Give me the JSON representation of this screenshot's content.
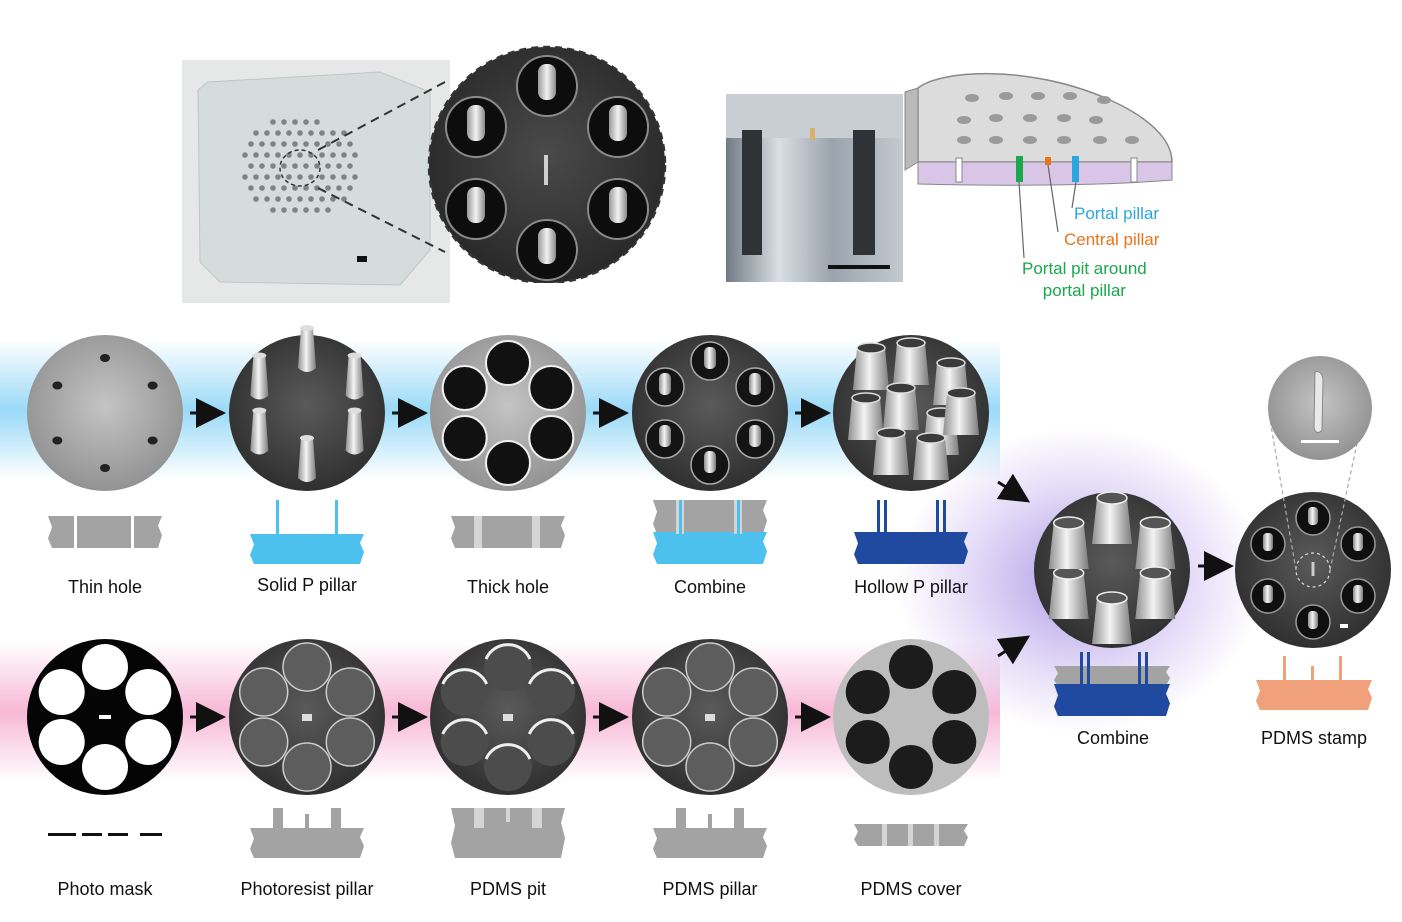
{
  "top_annotations": {
    "portal_pillar": "Portal pillar",
    "central_pillar": "Central pillar",
    "portal_pit": "Portal pit around\nportal pillar"
  },
  "steps_top": [
    {
      "label": "Thin hole"
    },
    {
      "label": "Solid P pillar"
    },
    {
      "label": "Thick hole"
    },
    {
      "label": "Combine"
    },
    {
      "label": "Hollow P pillar"
    }
  ],
  "steps_bottom": [
    {
      "label": "Photo mask"
    },
    {
      "label": "Photoresist pillar"
    },
    {
      "label": "PDMS pit"
    },
    {
      "label": "PDMS pillar"
    },
    {
      "label": "PDMS cover"
    }
  ],
  "merge": {
    "label": "Combine"
  },
  "final": {
    "label": "PDMS stamp"
  },
  "colors": {
    "portal": "#2aa7e0",
    "central": "#e8731a",
    "pit": "#1aa84a",
    "solid_blue": "#4dc1ee",
    "dark_blue": "#1f4aa0",
    "gray": "#a3a3a3",
    "light_gray": "#d5d5d5",
    "stamp": "#f0a07a",
    "sem_bg": "#3a3a3a"
  }
}
